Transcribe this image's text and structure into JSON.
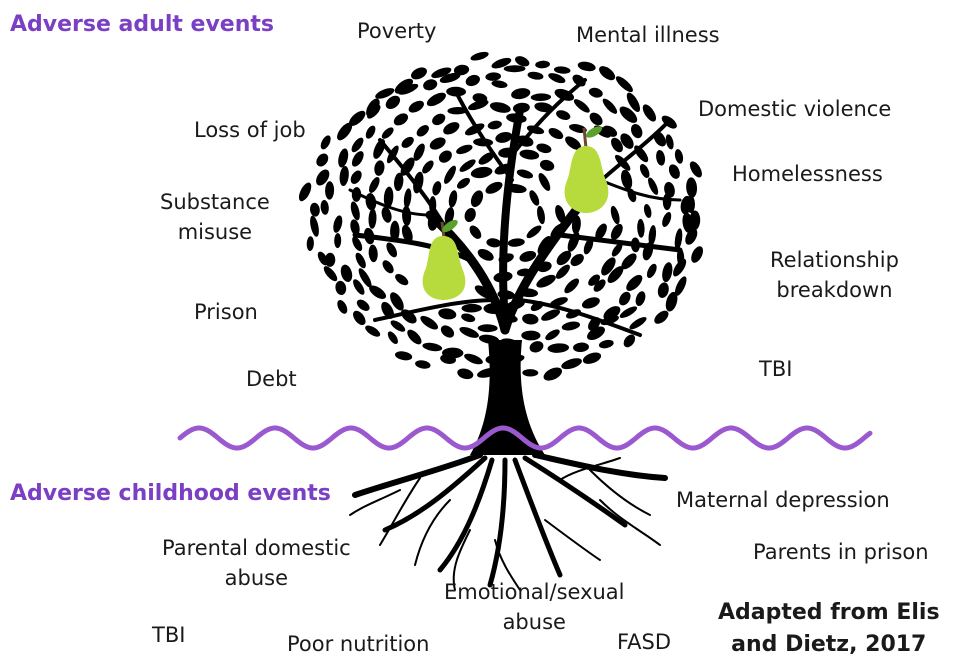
{
  "headings": {
    "adult": "Adverse adult events",
    "childhood": "Adverse childhood events"
  },
  "adult_events": {
    "poverty": "Poverty",
    "mental_illness": "Mental illness",
    "loss_of_job": "Loss of job",
    "domestic_violence": "Domestic violence",
    "homelessness": "Homelessness",
    "substance_misuse": [
      "Substance",
      "misuse"
    ],
    "relationship_breakdown": [
      "Relationship",
      "breakdown"
    ],
    "prison": "Prison",
    "debt": "Debt",
    "tbi": "TBI"
  },
  "childhood_events": {
    "maternal_depression": "Maternal depression",
    "parental_domestic_abuse": [
      "Parental domestic",
      "abuse"
    ],
    "parents_in_prison": "Parents in prison",
    "emotional_sexual_abuse": [
      "Emotional/sexual",
      "abuse"
    ],
    "tbi": "TBI",
    "poor_nutrition": "Poor nutrition",
    "fasd": "FASD"
  },
  "credit": [
    "Adapted from Elis",
    "and Dietz, 2017"
  ],
  "colors": {
    "heading": "#7b3fc4",
    "wave": "#9b59d0",
    "tree": "#000000",
    "pear": "#b7db3c",
    "pear_leaf": "#5aa02c",
    "pear_stem": "#6b4a2a",
    "text": "#1a1a1a"
  }
}
